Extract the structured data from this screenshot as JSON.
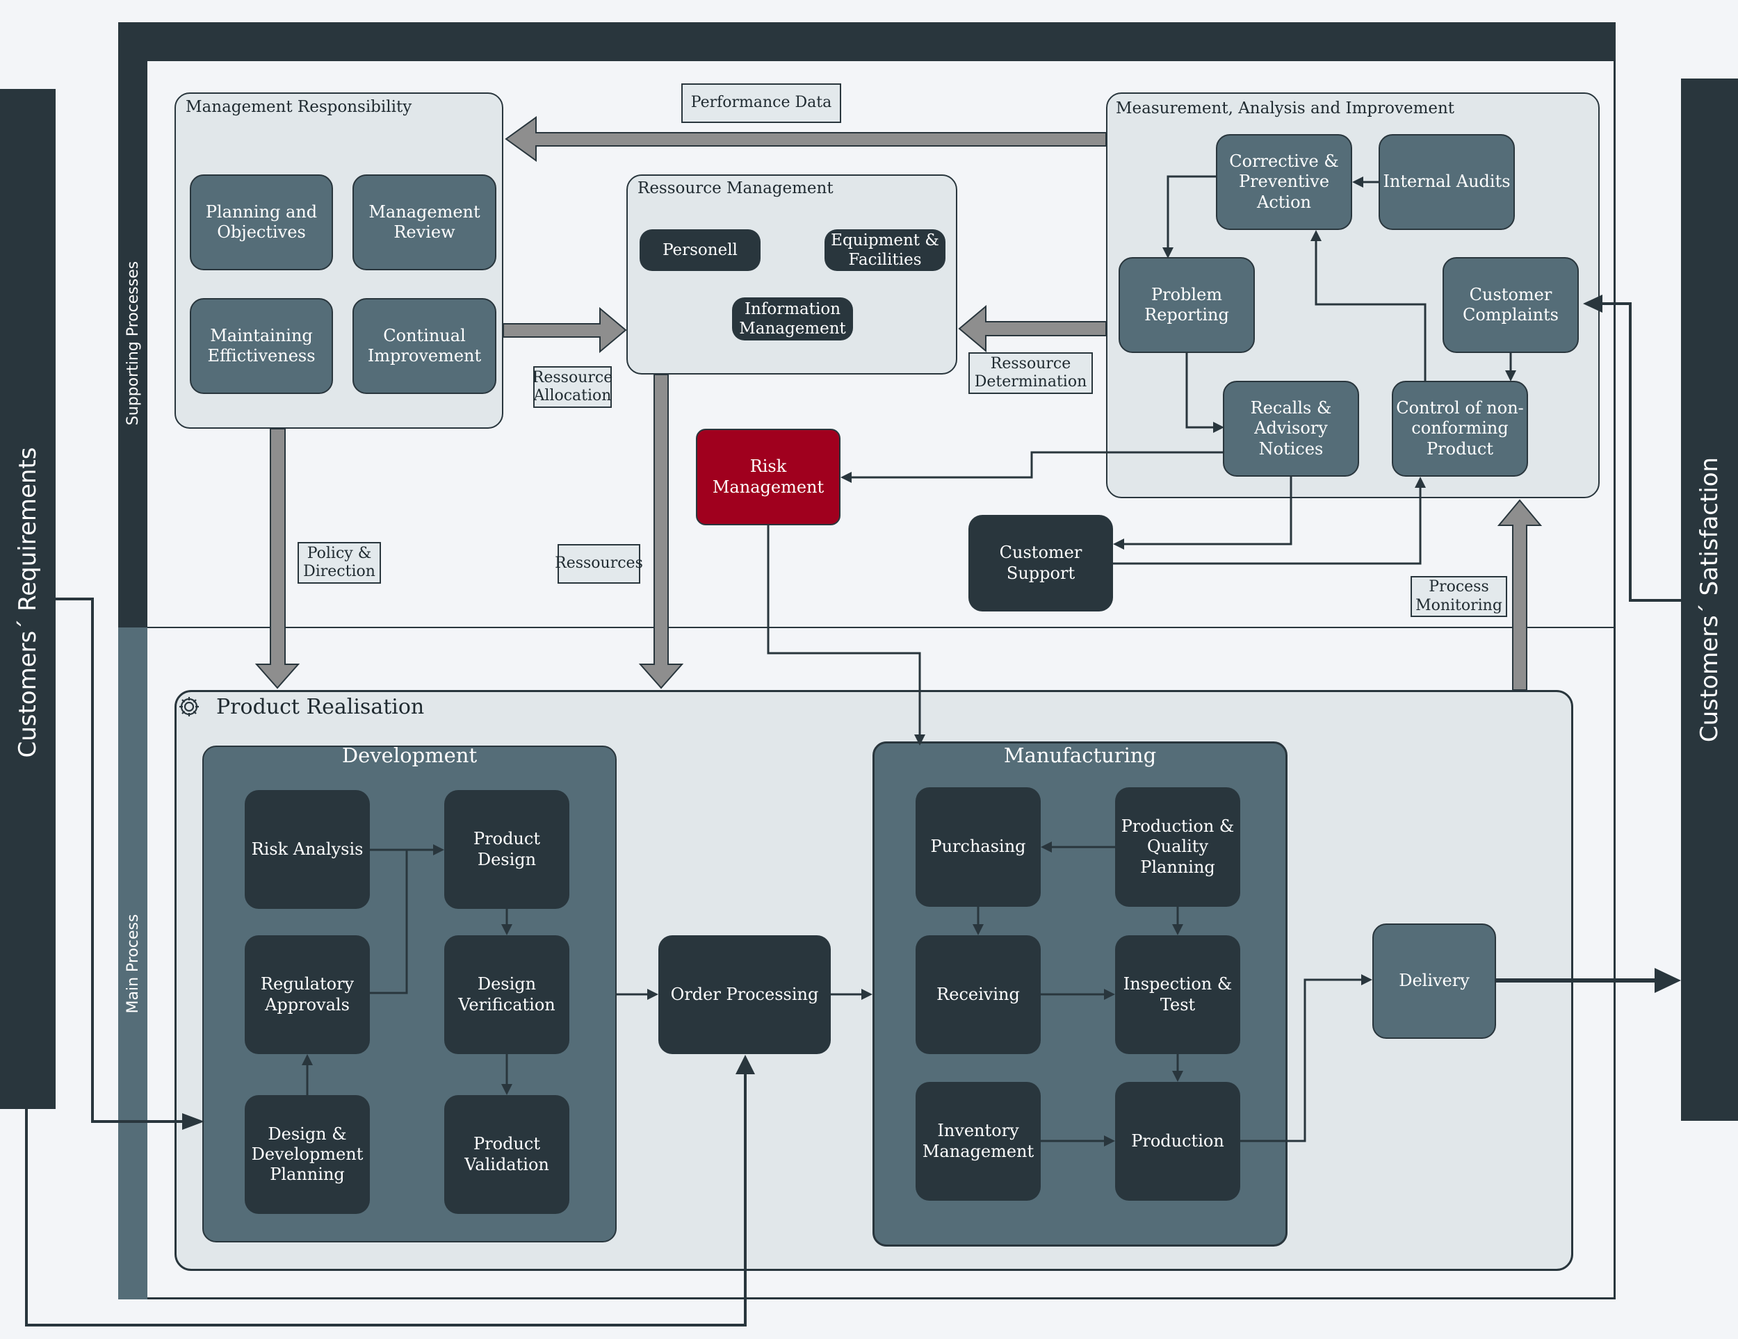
{
  "side": {
    "left": "Customers´ Requirements",
    "right": "Customers´ Satisfaction"
  },
  "bands": {
    "supporting": "Supporting Processes",
    "main": "Main Process"
  },
  "management": {
    "title": "Management Responsibility",
    "items": [
      "Planning and Objectives",
      "Management Review",
      "Maintaining Effictiveness",
      "Continual Improvement"
    ]
  },
  "resource": {
    "title": "Ressource Management",
    "personell": "Personell",
    "equipment": "Equipment & Facilities",
    "information": "Information Management"
  },
  "measurement": {
    "title": "Measurement, Analysis and Improvement",
    "corrective": "Corrective & Preventive Action",
    "internal_audits": "Internal Audits",
    "problem_reporting": "Problem Reporting",
    "customer_complaints": "Customer Complaints",
    "recalls": "Recalls & Advisory Notices",
    "control_nonconforming": "Control of non-conforming Product"
  },
  "risk_management": "Risk Management",
  "customer_support": "Customer Support",
  "tags": {
    "performance_data": "Performance Data",
    "ressource_allocation": "Ressource Allocation",
    "ressource_determination": "Ressource Determination",
    "policy_direction": "Policy & Direction",
    "ressources": "Ressources",
    "process_monitoring": "Process Monitoring"
  },
  "product_realisation": {
    "title": "Product Realisation",
    "icon": "gear-icon",
    "development": {
      "title": "Development",
      "risk_analysis": "Risk Analysis",
      "product_design": "Product Design",
      "regulatory": "Regulatory Approvals",
      "design_verification": "Design Verification",
      "dd_planning": "Design & Development Planning",
      "product_validation": "Product Validation"
    },
    "order_processing": "Order Processing",
    "manufacturing": {
      "title": "Manufacturing",
      "purchasing": "Purchasing",
      "pq_planning": "Production & Quality Planning",
      "receiving": "Receiving",
      "inspection": "Inspection & Test",
      "inventory": "Inventory Management",
      "production": "Production"
    },
    "delivery": "Delivery"
  },
  "colors": {
    "dark": "#29363d",
    "mid": "#556d78",
    "panel": "#e1e7ea",
    "risk": "#a0001e",
    "arrow_grey": "#8e8e8e"
  }
}
